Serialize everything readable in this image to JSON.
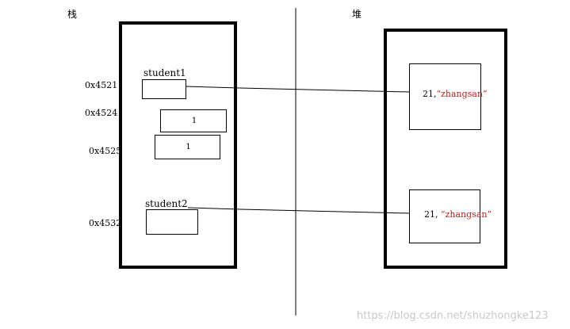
{
  "sections": {
    "stack_title": "栈",
    "heap_title": "堆"
  },
  "stack": {
    "addresses": [
      "0x4521",
      "0x4524",
      "0x4525",
      "0x4532"
    ],
    "var1_name": "student1",
    "var2_name": "student2",
    "cell1_value": "1",
    "cell2_value": "1"
  },
  "heap": {
    "obj1": {
      "num": "21,",
      "str": "“zhangsan”"
    },
    "obj2": {
      "num": "21,",
      "str": "“zhangsan”"
    }
  },
  "watermark": "https://blog.csdn.net/shuzhongke123"
}
